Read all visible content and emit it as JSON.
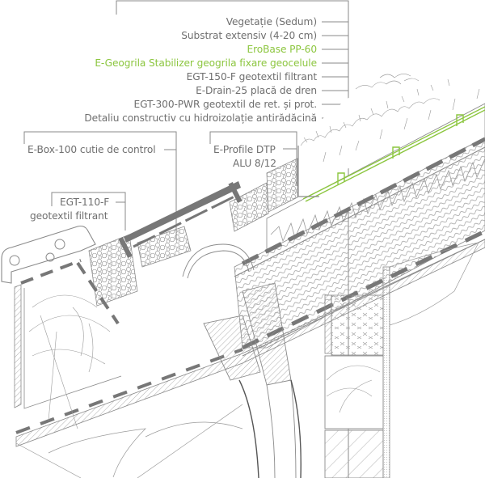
{
  "diagram": {
    "title": "Green roof eave / gutter construction detail",
    "colors": {
      "label_text": "#6f6f6f",
      "accent_green": "#8cc63f",
      "line": "#8a8a8a",
      "dark_fill": "#777777"
    },
    "layer_labels": [
      {
        "text": "Vegetație  (Sedum)",
        "color": "gray"
      },
      {
        "text": "Substrat extensiv (4-20 cm)",
        "color": "gray"
      },
      {
        "text": "EroBase PP-60",
        "color": "green"
      },
      {
        "text": "E-Geogrila Stabilizer geogrila fixare geocelule",
        "color": "green"
      },
      {
        "text": "EGT-150-F geotextil filtrant",
        "color": "gray"
      },
      {
        "text": "E-Drain-25 placă de dren",
        "color": "gray"
      },
      {
        "text": "EGT-300-PWR geotextil de ret. și prot.",
        "color": "gray"
      },
      {
        "text": "Detaliu constructiv cu hidroizolație antirădăcină",
        "color": "gray"
      }
    ],
    "callouts": {
      "ebox": "E-Box-100 cutie de control",
      "eprofile_line1": "E-Profile DTP",
      "eprofile_line2": "ALU 8/12",
      "egt110_line1": "EGT-110-F",
      "egt110_line2": "geotextil filtrant"
    }
  }
}
